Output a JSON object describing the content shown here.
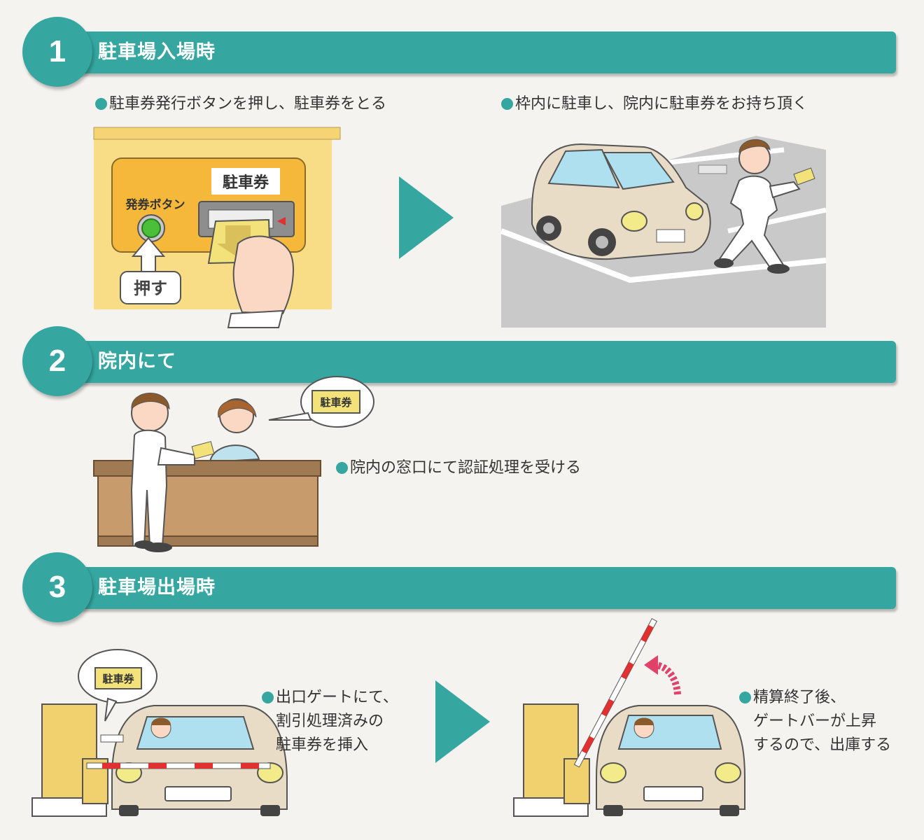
{
  "steps": [
    {
      "number": "1",
      "title": "駐車場入場時"
    },
    {
      "number": "2",
      "title": "院内にて"
    },
    {
      "number": "3",
      "title": "駐車場出場時"
    }
  ],
  "captions": {
    "s1_left": "駐車券発行ボタンを押し、駐車券をとる",
    "s1_right": "枠内に駐車し、院内に駐車券をお持ち頂く",
    "s2": "院内の窓口にて認証処理を受ける",
    "s3_left": [
      "出口ゲートにて、",
      "割引処理済みの",
      "駐車券を挿入"
    ],
    "s3_right": [
      "精算終了後、",
      "ゲートバーが上昇",
      "するので、出庫する"
    ]
  },
  "machine": {
    "ticket_label": "駐車券",
    "button_label": "発券ボタン",
    "push_label": "押す"
  },
  "bubbles": {
    "counter_ticket": "駐車券",
    "gate_ticket": "駐車券"
  },
  "colors": {
    "accent": "#35a7a0",
    "machine_panel": "#f5b83a",
    "ticket": "#f3e27a",
    "counter": "#c79b6c",
    "arrow_red": "#e0426a"
  },
  "icons": [
    "next-arrow-icon",
    "push-up-arrow-icon",
    "raise-arrow-icon"
  ]
}
